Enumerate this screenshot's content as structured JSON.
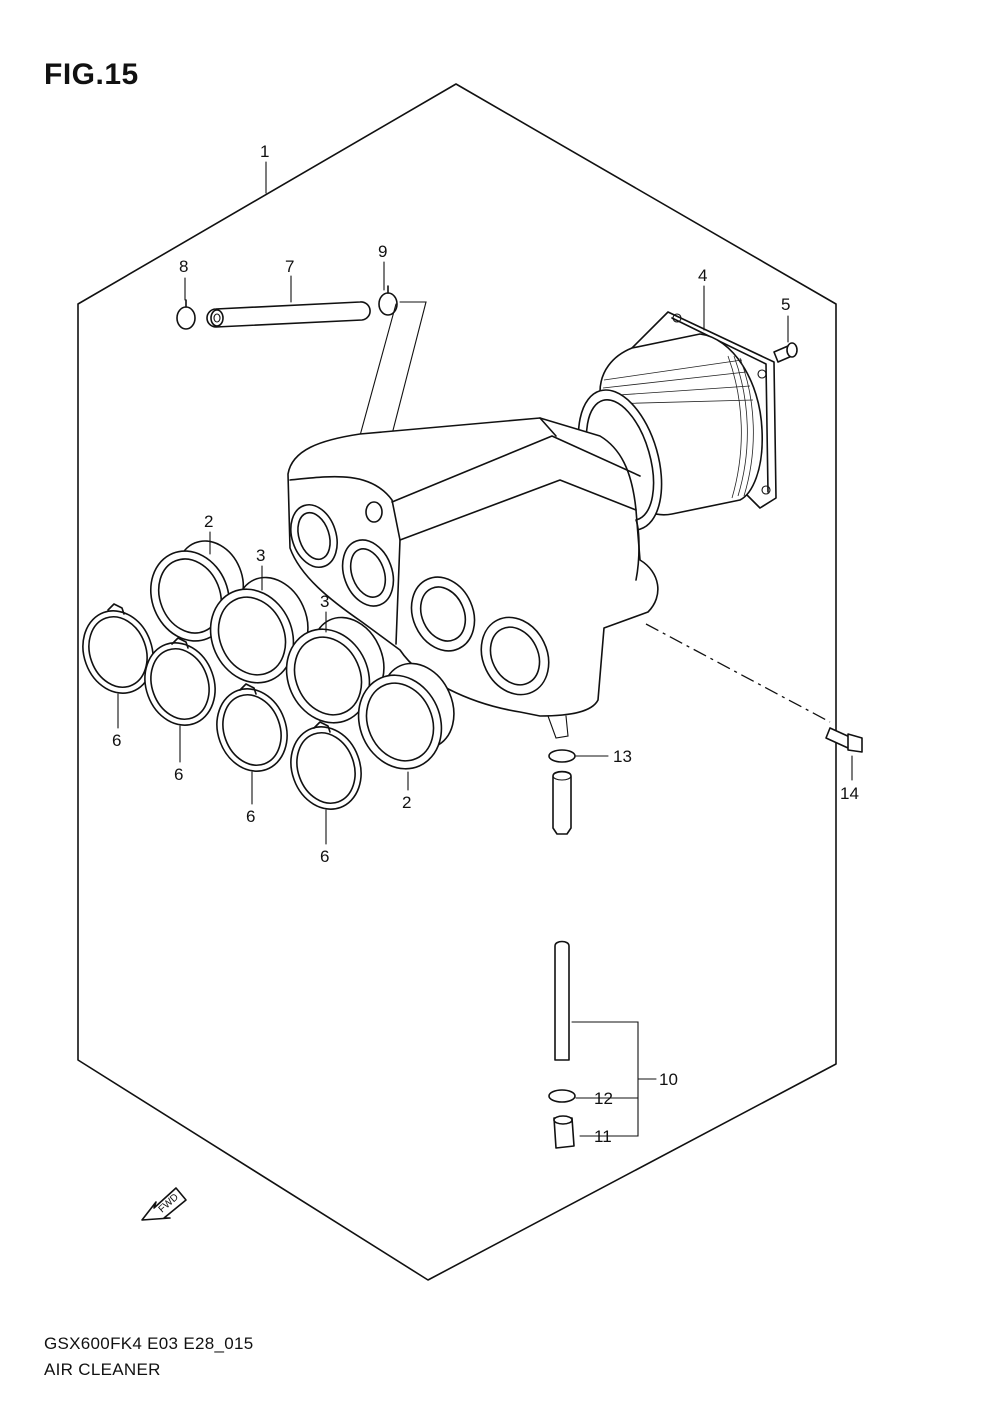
{
  "figure": {
    "title": "FIG.15",
    "code": "GSX600FK4 E03 E28_015",
    "name": "AIR CLEANER"
  },
  "fwd_label": "FWD",
  "callouts": [
    {
      "id": "c1",
      "text": "1"
    },
    {
      "id": "c2a",
      "text": "2"
    },
    {
      "id": "c2b",
      "text": "2"
    },
    {
      "id": "c3a",
      "text": "3"
    },
    {
      "id": "c3b",
      "text": "3"
    },
    {
      "id": "c4",
      "text": "4"
    },
    {
      "id": "c5",
      "text": "5"
    },
    {
      "id": "c6a",
      "text": "6"
    },
    {
      "id": "c6b",
      "text": "6"
    },
    {
      "id": "c6c",
      "text": "6"
    },
    {
      "id": "c6d",
      "text": "6"
    },
    {
      "id": "c7",
      "text": "7"
    },
    {
      "id": "c8",
      "text": "8"
    },
    {
      "id": "c9",
      "text": "9"
    },
    {
      "id": "c10",
      "text": "10"
    },
    {
      "id": "c11",
      "text": "11"
    },
    {
      "id": "c12",
      "text": "12"
    },
    {
      "id": "c13",
      "text": "13"
    },
    {
      "id": "c14",
      "text": "14"
    }
  ]
}
